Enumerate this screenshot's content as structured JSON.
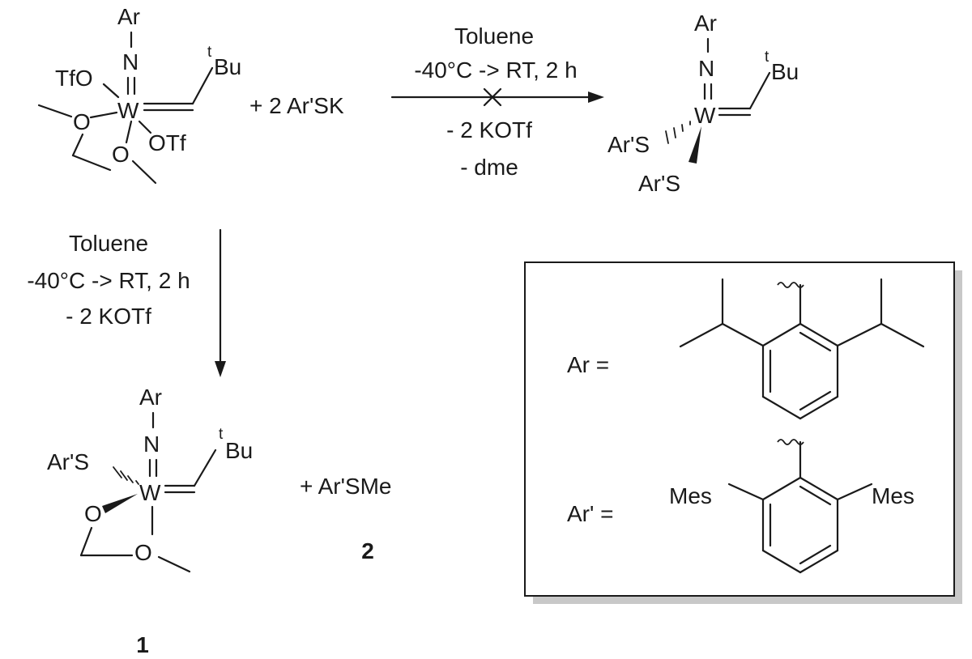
{
  "reactant": {
    "ar": "Ar",
    "n": "N",
    "w": "W",
    "tbu_sup": "t",
    "tbu": "Bu",
    "otf_left": "TfO",
    "otf_right": "OTf",
    "o": "O"
  },
  "reagent": "+ 2 Ar'SK",
  "top_arrow": {
    "solvent": "Toluene",
    "conditions": "-40°C -> RT, 2 h",
    "byproduct1": "- 2 KOTf",
    "byproduct2": "- dme"
  },
  "target": {
    "ar": "Ar",
    "n": "N",
    "w": "W",
    "tbu_sup": "t",
    "tbu": "Bu",
    "sar": "Ar'S"
  },
  "down_arrow": {
    "solvent": "Toluene",
    "conditions": "-40°C -> RT, 2 h",
    "byproduct": "- 2 KOTf"
  },
  "product1": {
    "ar": "Ar",
    "n": "N",
    "w": "W",
    "tbu_sup": "t",
    "tbu": "Bu",
    "sar": "Ar'S",
    "o": "O",
    "label": "1"
  },
  "product2": {
    "formula": "+ Ar'SMe",
    "label": "2"
  },
  "legend": {
    "ar_label": "Ar =",
    "arp_label": "Ar' =",
    "mes": "Mes"
  }
}
